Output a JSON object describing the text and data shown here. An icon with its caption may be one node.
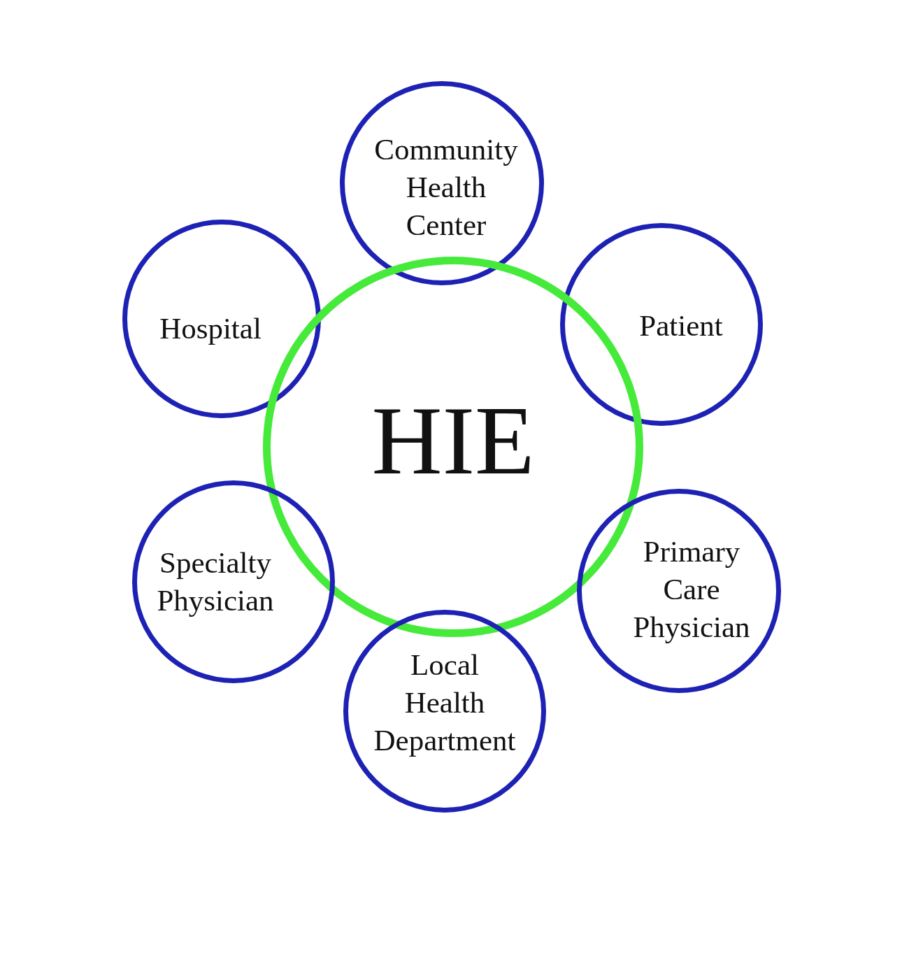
{
  "diagram": {
    "nodes": [
      {
        "text": [
          "Community Health Center"
        ]
      },
      {
        "text": [
          "Hospital"
        ]
      },
      {
        "text": [
          "Patient"
        ]
      },
      {
        "text": [
          "HIE"
        ]
      },
      {
        "text": [
          "Specialty Physician"
        ]
      },
      {
        "text": [
          "Primary Care Physician"
        ]
      },
      {
        "text": [
          "Local Health Department"
        ]
      }
    ]
  }
}
